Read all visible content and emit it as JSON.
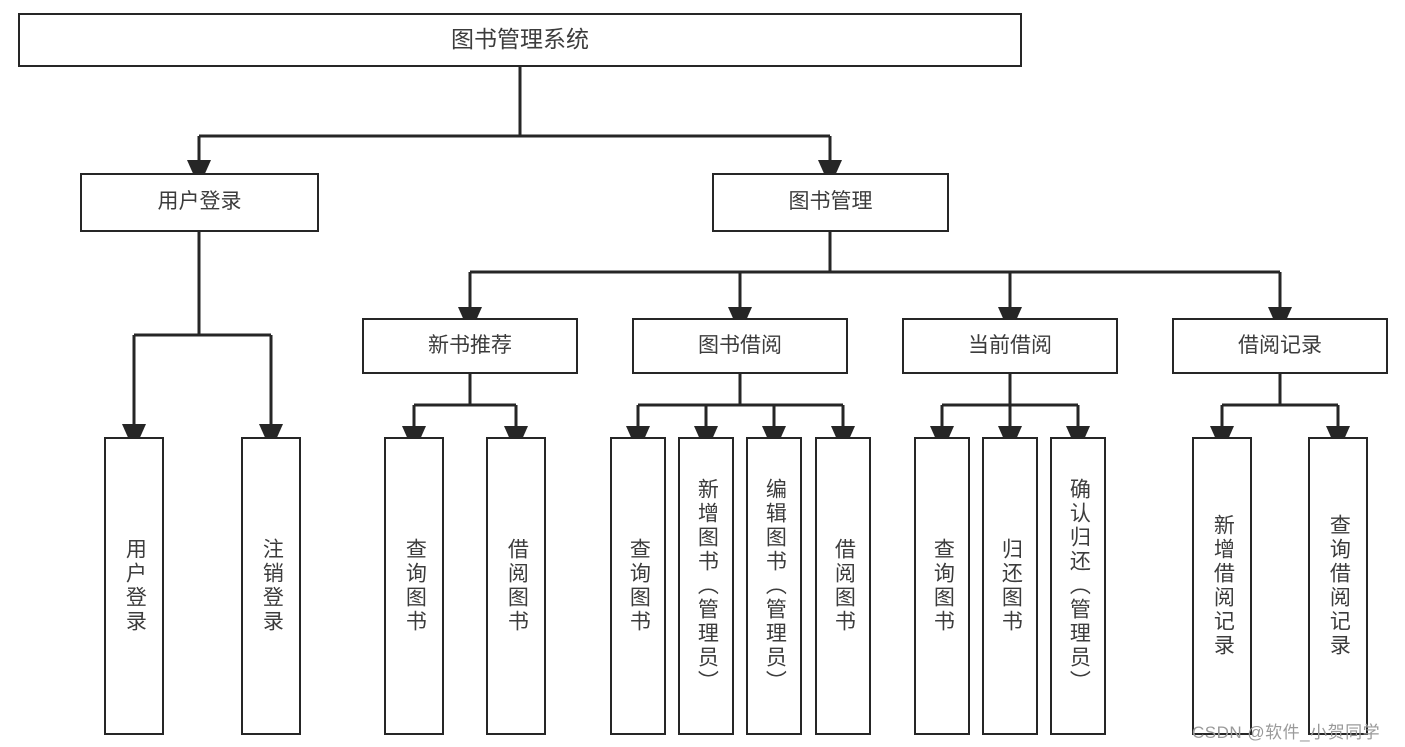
{
  "diagram": {
    "title": "图书管理系统",
    "type": "tree-hierarchy-chart",
    "root": {
      "label": "图书管理系统"
    },
    "level2": [
      {
        "label": "用户登录"
      },
      {
        "label": "图书管理"
      }
    ],
    "level3": [
      {
        "label": "新书推荐"
      },
      {
        "label": "图书借阅"
      },
      {
        "label": "当前借阅"
      },
      {
        "label": "借阅记录"
      }
    ],
    "leaves": {
      "user_login": [
        {
          "label": "用户登录"
        },
        {
          "label": "注销登录"
        }
      ],
      "new_book_recommend": [
        {
          "label": "查询图书"
        },
        {
          "label": "借阅图书"
        }
      ],
      "book_borrow": [
        {
          "label": "查询图书"
        },
        {
          "label": "新增图书（管理员）"
        },
        {
          "label": "编辑图书（管理员）"
        },
        {
          "label": "借阅图书"
        }
      ],
      "current_borrow": [
        {
          "label": "查询图书"
        },
        {
          "label": "归还图书"
        },
        {
          "label": "确认归还（管理员）"
        }
      ],
      "borrow_record": [
        {
          "label": "新增借阅记录"
        },
        {
          "label": "查询借阅记录"
        }
      ]
    }
  },
  "watermark": {
    "text": "CSDN @软件_小贺同学"
  },
  "colors": {
    "stroke": "#262626",
    "text": "#3c3c3c",
    "background": "#ffffff",
    "watermark": "#9a9a9a"
  }
}
